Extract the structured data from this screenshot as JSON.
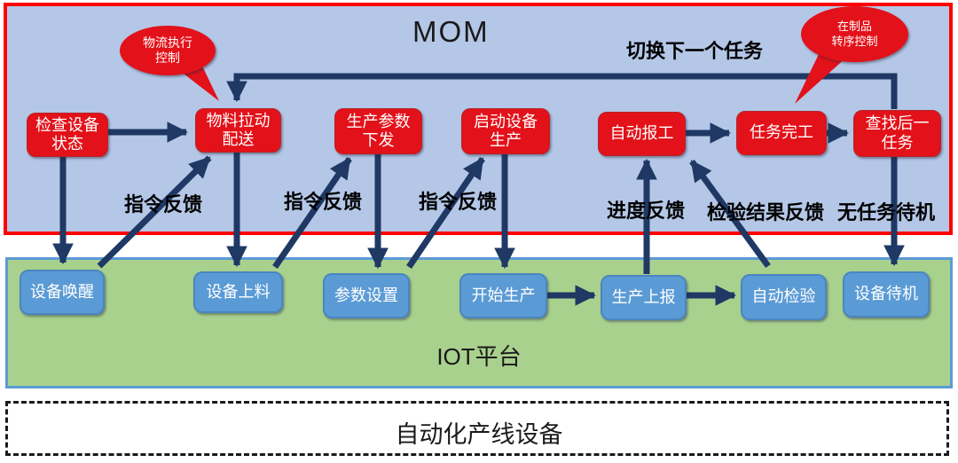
{
  "colors": {
    "mom_fill": "#b4c7e7",
    "mom_border": "#fe0000",
    "node_red": "#e31119",
    "node_blue": "#5b9bd5",
    "iot_fill": "#a9d18e",
    "iot_border": "#5b9bd5",
    "arrow": "#1f3864",
    "node_text": "#ffffff",
    "label_text": "#000000"
  },
  "mom": {
    "title": "MOM",
    "nodes": [
      {
        "label": "检查设备\n状态"
      },
      {
        "label": "物料拉动\n配送"
      },
      {
        "label": "生产参数\n下发"
      },
      {
        "label": "启动设备\n生产"
      },
      {
        "label": "自动报工"
      },
      {
        "label": "任务完工"
      },
      {
        "label": "查找后一\n任务"
      }
    ],
    "bubbles": [
      {
        "label": "物流执行\n控制"
      },
      {
        "label": "在制品\n转序控制"
      }
    ],
    "flow_labels": {
      "command_feedback": "指令反馈",
      "progress_feedback": "进度反馈",
      "inspection_result_feedback": "检验结果反馈",
      "no_task_standby": "无任务待机",
      "switch_next_task": "切换下一个任务"
    }
  },
  "iot": {
    "title": "IOT平台",
    "nodes": [
      {
        "label": "设备唤醒"
      },
      {
        "label": "设备上料"
      },
      {
        "label": "参数设置"
      },
      {
        "label": "开始生产"
      },
      {
        "label": "生产上报"
      },
      {
        "label": "自动检验"
      },
      {
        "label": "设备待机"
      }
    ]
  },
  "equipment_layer": {
    "title": "自动化产线设备"
  }
}
